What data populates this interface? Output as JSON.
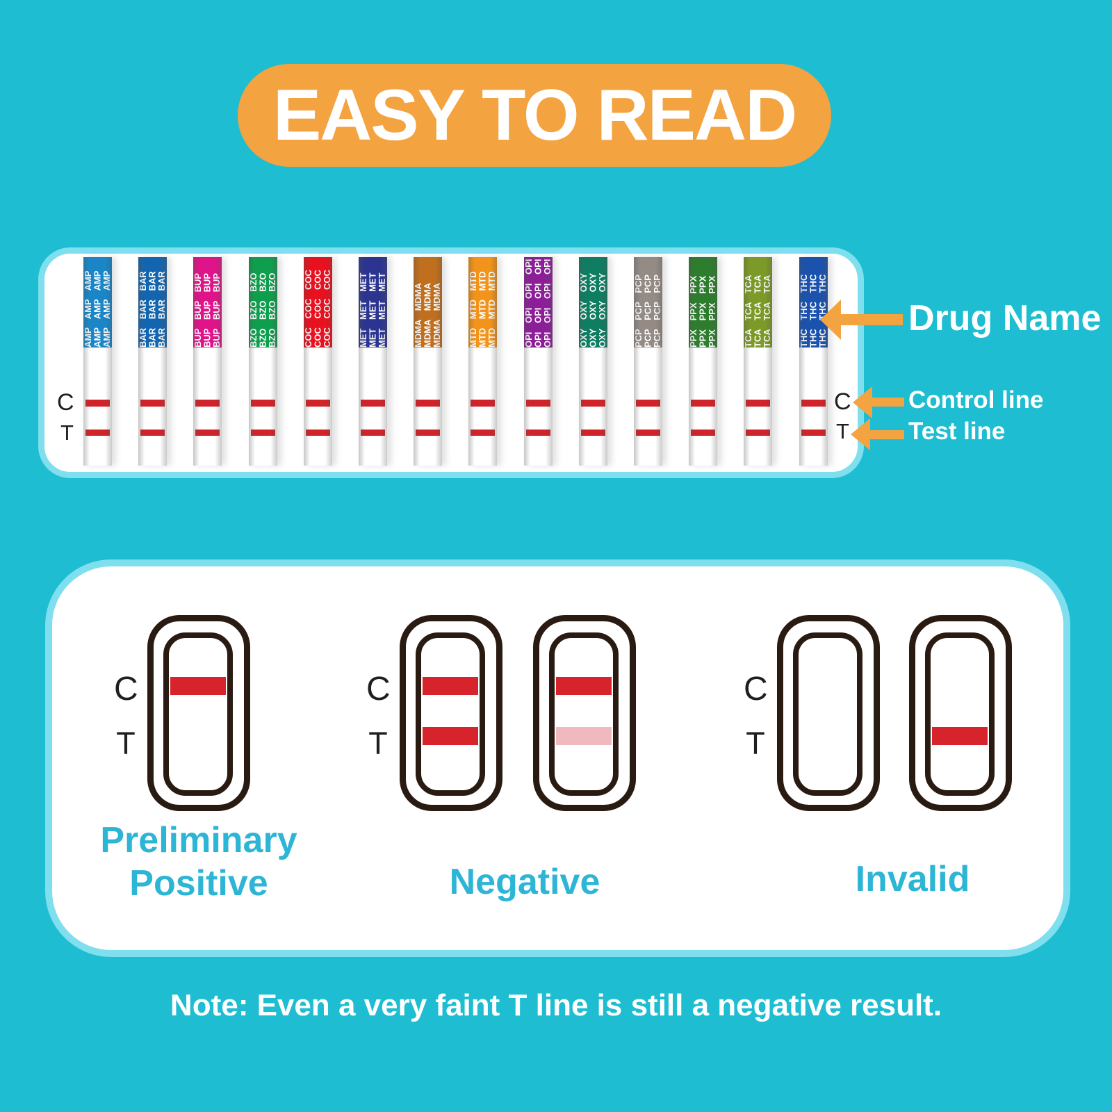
{
  "title": "EASY TO READ",
  "colors": {
    "background": "#1ebdd1",
    "accent_orange": "#f4a341",
    "panel_border": "#7fdfee",
    "line_red": "#d0232a",
    "band_red_strong": "#d7232b",
    "band_red_faint": "#f0b9bf",
    "cassette_outline": "#2a1b12",
    "result_label_teal": "#2db5d6"
  },
  "strip_panel": {
    "left_c_label": "C",
    "left_t_label": "T",
    "right_c_label": "C",
    "right_t_label": "T",
    "strips": [
      {
        "name": "AMP",
        "color": "#1a86c8"
      },
      {
        "name": "BAR",
        "color": "#1465af"
      },
      {
        "name": "BUP",
        "color": "#e0148a"
      },
      {
        "name": "BZO",
        "color": "#0f9e4e"
      },
      {
        "name": "COC",
        "color": "#e8111f"
      },
      {
        "name": "MET",
        "color": "#2b3590"
      },
      {
        "name": "MDMA",
        "color": "#c06f1e"
      },
      {
        "name": "MTD",
        "color": "#f2941c"
      },
      {
        "name": "OPI",
        "color": "#8c1f98"
      },
      {
        "name": "OXY",
        "color": "#0e7d62"
      },
      {
        "name": "PCP",
        "color": "#948b85"
      },
      {
        "name": "PPX",
        "color": "#2e7d2e"
      },
      {
        "name": "TCA",
        "color": "#7c9a28"
      },
      {
        "name": "THC",
        "color": "#1a52ae"
      }
    ],
    "annotations": {
      "drug_name": "Drug Name",
      "control_line": "Control line",
      "test_line": "Test line"
    }
  },
  "results": {
    "c_label": "C",
    "t_label": "T",
    "groups": [
      {
        "name": "preliminary-positive",
        "label": "Preliminary Positive",
        "lines": [
          "Preliminary",
          "Positive"
        ],
        "cassettes": [
          {
            "c_line": "strong",
            "t_line": "none",
            "ct_labels": true
          }
        ]
      },
      {
        "name": "negative",
        "label": "Negative",
        "lines": [
          "Negative"
        ],
        "cassettes": [
          {
            "c_line": "strong",
            "t_line": "strong",
            "ct_labels": true
          },
          {
            "c_line": "strong",
            "t_line": "faint",
            "ct_labels": false
          }
        ]
      },
      {
        "name": "invalid",
        "label": "Invalid",
        "lines": [
          "Invalid"
        ],
        "cassettes": [
          {
            "c_line": "none",
            "t_line": "none",
            "ct_labels": true
          },
          {
            "c_line": "none",
            "t_line": "strong",
            "ct_labels": false
          }
        ]
      }
    ]
  },
  "note": "Note: Even a very faint T line is still a negative result."
}
